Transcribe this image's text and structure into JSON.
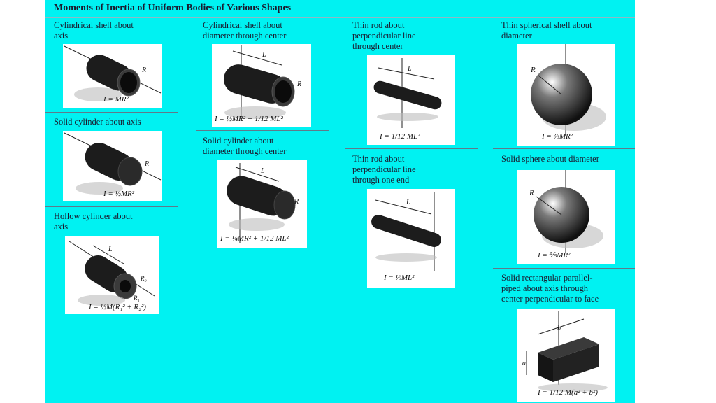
{
  "title": "Moments of Inertia of Uniform Bodies of Various Shapes",
  "colors": {
    "background": "#00f2f2",
    "body": "#1c1c1c",
    "text": "#1a1a2e"
  },
  "cells": [
    {
      "id": "cyl-shell-axis",
      "label": "Cylindrical shell about\naxis",
      "formula": "I = MR²",
      "dims": [
        "R"
      ]
    },
    {
      "id": "solid-cyl-axis",
      "label": "Solid cylinder about axis",
      "formula": "I = ½MR²",
      "dims": [
        "R"
      ]
    },
    {
      "id": "hollow-cyl-axis",
      "label": "Hollow cylinder about\naxis",
      "formula": "I = ½M(R₁² + R₂²)",
      "dims": [
        "L",
        "R₂",
        "R₁"
      ]
    },
    {
      "id": "cyl-shell-diam",
      "label": "Cylindrical shell about\ndiameter through center",
      "formula": "I = ½MR² + 1/12 ML²",
      "dims": [
        "L",
        "R"
      ]
    },
    {
      "id": "solid-cyl-diam",
      "label": "Solid cylinder about\ndiameter through center",
      "formula": "I = ¼MR² + 1/12 ML²",
      "dims": [
        "L",
        "R"
      ]
    },
    {
      "id": "rod-center",
      "label": "Thin rod about\nperpendicular line\nthrough center",
      "formula": "I = 1/12 ML²",
      "dims": [
        "L"
      ]
    },
    {
      "id": "rod-end",
      "label": "Thin rod about\nperpendicular line\nthrough one end",
      "formula": "I = ⅓ML²",
      "dims": [
        "L"
      ]
    },
    {
      "id": "sph-shell",
      "label": "Thin spherical shell about\ndiameter",
      "formula": "I = ⅔MR²",
      "dims": [
        "R"
      ]
    },
    {
      "id": "solid-sphere",
      "label": "Solid sphere about diameter",
      "formula": "I = ⅖MR²",
      "dims": [
        "R"
      ]
    },
    {
      "id": "rect-plate",
      "label": "Solid rectangular parallel-\npiped about axis through\ncenter perpendicular to face",
      "formula": "I = 1/12 M(a² + b²)",
      "dims": [
        "b",
        "a"
      ]
    }
  ]
}
